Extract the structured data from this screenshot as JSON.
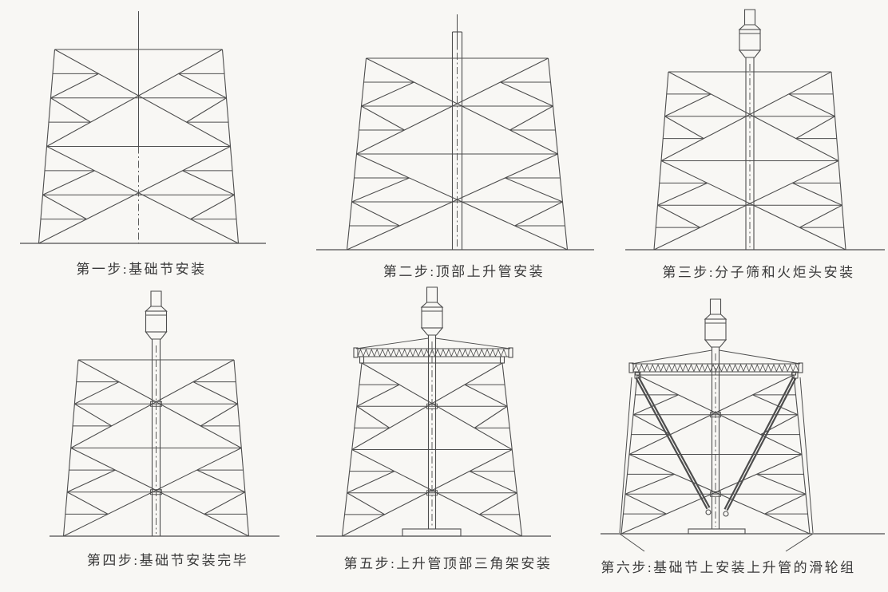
{
  "figure": {
    "type": "installation-sequence-diagram",
    "subject": "flare-stack-tower-erection",
    "background": "#f8f7f4",
    "line_color": "#4d4d4d",
    "steps": [
      {
        "id": "step-1",
        "caption": "第一步:基础节安装",
        "features": [
          "tower",
          "center-guide-line"
        ]
      },
      {
        "id": "step-2",
        "caption": "第二步:顶部上升管安装",
        "features": [
          "tower",
          "riser",
          "riser-guide-stub"
        ]
      },
      {
        "id": "step-3",
        "caption": "第三步:分子筛和火炬头安装",
        "features": [
          "tower",
          "riser",
          "flare-head"
        ]
      },
      {
        "id": "step-4",
        "caption": "第四步:基础节安装完毕",
        "features": [
          "tower",
          "riser",
          "flare-head",
          "joint-collars"
        ]
      },
      {
        "id": "step-5",
        "caption": "第五步:上升管顶部三角架安装",
        "features": [
          "tower",
          "riser",
          "flare-head",
          "joint-collars",
          "top-girder",
          "girder-cables",
          "base-plate"
        ]
      },
      {
        "id": "step-6",
        "caption": "第六步:基础节上安装上升管的滑轮组",
        "features": [
          "tower",
          "riser",
          "flare-head",
          "joint-collars",
          "top-girder",
          "girder-cables",
          "base-plate",
          "pulley-tackle",
          "guy-lines",
          "ground-anchors"
        ]
      }
    ]
  }
}
